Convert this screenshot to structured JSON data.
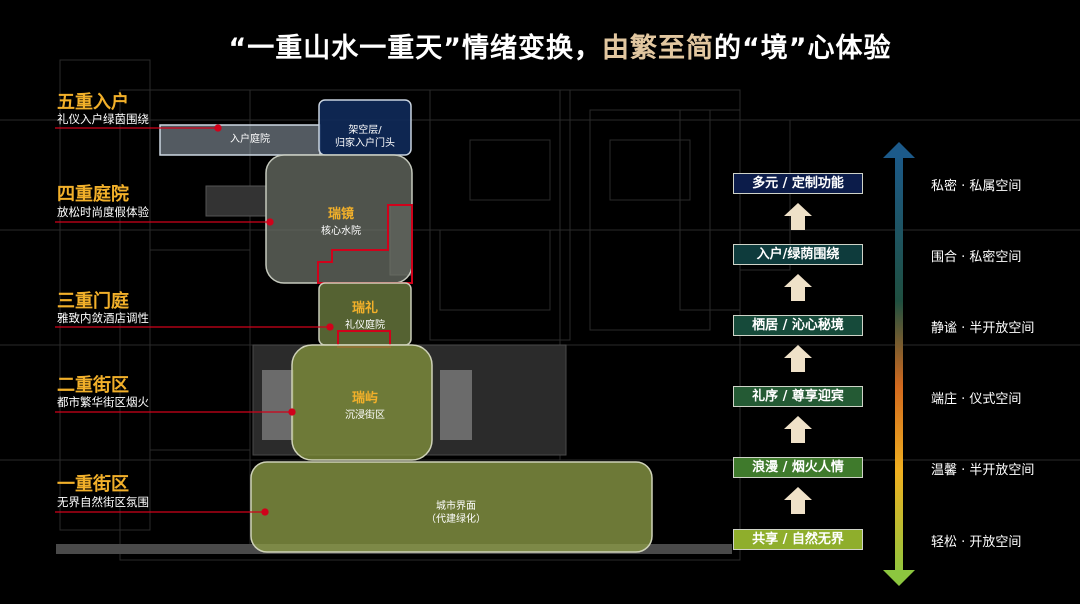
{
  "title": {
    "part1": "“一重山水一重天”情绪变换，",
    "part2": "由繁至简",
    "part3": "的“境”心体验"
  },
  "levels": [
    {
      "name": "五重入户",
      "desc": "礼仪入户绿茵围绕"
    },
    {
      "name": "四重庭院",
      "desc": "放松时尚度假体验"
    },
    {
      "name": "三重门庭",
      "desc": "雅致内敛酒店调性"
    },
    {
      "name": "二重街区",
      "desc": "都市繁华街区烟火"
    },
    {
      "name": "一重街区",
      "desc": "无界自然街区氛围"
    }
  ],
  "plan_labels": {
    "entrance_courtyard": "入户庭院",
    "overhead_1": "架空层/",
    "overhead_2": "归家入户门头",
    "ruijing_main": "瑞镜",
    "ruijing_sub": "核心水院",
    "ruili_main": "瑞礼",
    "ruili_sub": "礼仪庭院",
    "ruiyu_main": "瑞屿",
    "ruiyu_sub": "沉浸街区",
    "city_1": "城市界面",
    "city_2": "（代建绿化）"
  },
  "steps": [
    {
      "label": "多元 / 定制功能",
      "color": "#0c1c4a"
    },
    {
      "label": "入户/绿荫围绕",
      "color": "#0e3b3c"
    },
    {
      "label": "栖居 / 沁心秘境",
      "color": "#164a3a"
    },
    {
      "label": "礼序 / 尊享迎宾",
      "color": "#245a34"
    },
    {
      "label": "浪漫 / 烟火人情",
      "color": "#3f7a2c"
    },
    {
      "label": "共享 / 自然无界",
      "color": "#8fae2c"
    }
  ],
  "spaces": [
    "私密 · 私属空间",
    "围合 · 私密空间",
    "静谧 · 半开放空间",
    "端庄 · 仪式空间",
    "温馨 · 半开放空间",
    "轻松 · 开放空间"
  ],
  "colors": {
    "accent": "#f2b02a",
    "title_accent": "#e2c7a0",
    "leader": "#d0021b"
  }
}
